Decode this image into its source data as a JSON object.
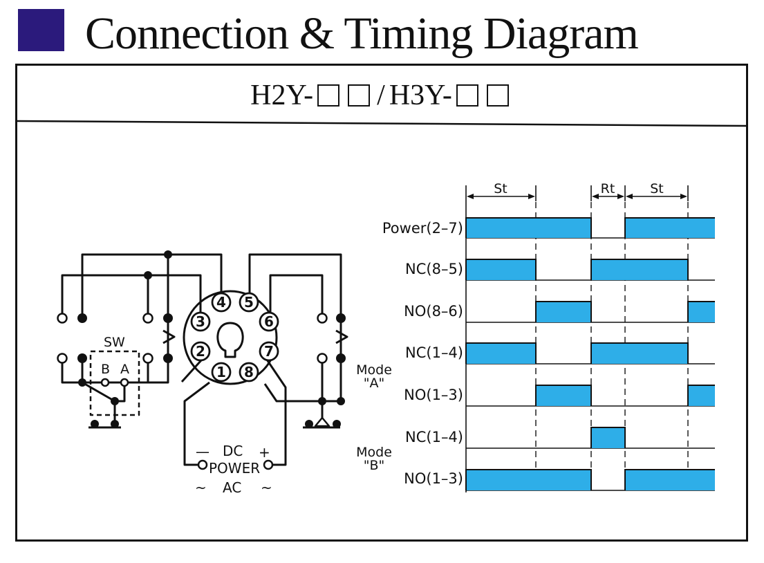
{
  "header": {
    "title": "Connection & Timing Diagram",
    "accent_color": "#2b1a7c"
  },
  "model": {
    "prefix_a": "H2Y-",
    "separator": "/",
    "prefix_b": "H3Y-"
  },
  "wiring": {
    "switch_label": "SW",
    "switch_pos_b": "B",
    "switch_pos_a": "A",
    "pins": [
      "1",
      "2",
      "3",
      "4",
      "5",
      "6",
      "7",
      "8"
    ],
    "dc_label": "DC",
    "power_label": "POWER",
    "ac_label": "AC",
    "minus_sign": "—",
    "plus_sign": "+",
    "tilde": "~"
  },
  "timing": {
    "intervals": [
      "St",
      "Rt",
      "St"
    ],
    "mode_a_label": "Mode",
    "mode_a_value": "\"A\"",
    "mode_b_label": "Mode",
    "mode_b_value": "\"B\"",
    "fill_color": "#2eaee8",
    "rows": [
      {
        "label": "Power(2–7)"
      },
      {
        "label": "NC(8–5)"
      },
      {
        "label": "NO(8–6)"
      },
      {
        "label": "NC(1–4)"
      },
      {
        "label": "NO(1–3)"
      },
      {
        "label": "NC(1–4)"
      },
      {
        "label": "NO(1–3)"
      }
    ]
  }
}
